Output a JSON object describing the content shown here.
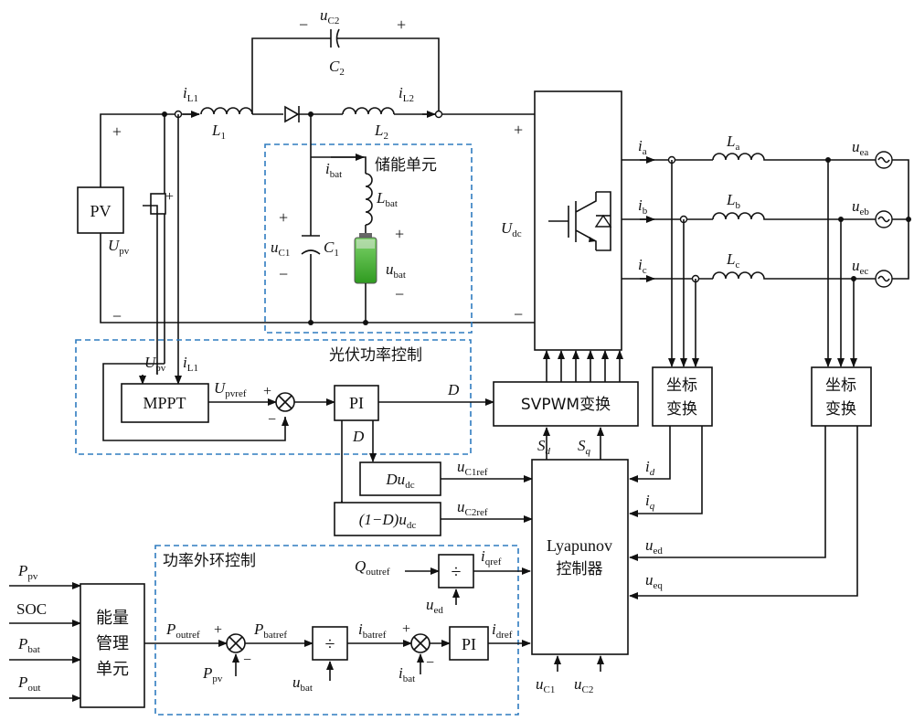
{
  "labels": {
    "u_c2": "u",
    "u_c2_sub": "C2",
    "c2_minus": "−",
    "c2_plus": "+",
    "c2_name": "C",
    "c2_name_sub": "2",
    "i_l1": "i",
    "i_l1_sub": "L1",
    "l1": "L",
    "l1_sub": "1",
    "i_l2": "i",
    "i_l2_sub": "L2",
    "l2": "L",
    "l2_sub": "2",
    "pv_plus": "+",
    "pv_minus": "−",
    "pv": "PV",
    "u_pv": "U",
    "u_pv_sub": "pv",
    "sensor_plus": "+",
    "energy_storage_unit": "储能单元",
    "i_bat": "i",
    "i_bat_sub": "bat",
    "l_bat": "L",
    "l_bat_sub": "bat",
    "c1_plus": "+",
    "c1_minus": "−",
    "u_c1": "u",
    "u_c1_sub": "C1",
    "c1": "C",
    "c1_sub": "1",
    "bat_plus": "+",
    "bat_minus": "−",
    "u_bat": "u",
    "u_bat_sub": "bat",
    "dc_plus": "+",
    "dc_minus": "−",
    "u_dc": "U",
    "u_dc_sub": "dc",
    "ia": "i",
    "ia_sub": "a",
    "ib": "i",
    "ib_sub": "b",
    "ic": "i",
    "ic_sub": "c",
    "la": "L",
    "la_sub": "a",
    "lb": "L",
    "lb_sub": "b",
    "lc": "L",
    "lc_sub": "c",
    "uea": "u",
    "uea_sub": "ea",
    "ueb": "u",
    "ueb_sub": "eb",
    "uec": "u",
    "uec_sub": "ec",
    "pv_power_control": "光伏功率控制",
    "fb_upv": "U",
    "fb_upv_sub": "pv",
    "fb_il1": "i",
    "fb_il1_sub": "L1",
    "mppt": "MPPT",
    "u_pvref": "U",
    "u_pvref_sub": "pvref",
    "sum1_plus": "+",
    "sum1_minus": "−",
    "pi_1": "PI",
    "d_out": "D",
    "svpwm": "SVPWM变换",
    "coord_left": [
      "坐标",
      "变换"
    ],
    "coord_right": [
      "坐标",
      "变换"
    ],
    "d_below": "D",
    "d_udc_box": "Du",
    "d_udc_box_sub": "dc",
    "one_minus_d_box": "(1−D)u",
    "one_minus_d_box_sub": "dc",
    "u_c1ref": "u",
    "u_c1ref_sub": "C1ref",
    "u_c2ref": "u",
    "u_c2ref_sub": "C2ref",
    "s_d": "S",
    "s_d_sub": "d",
    "s_q": "S",
    "s_q_sub": "q",
    "i_d": "i",
    "i_d_sub": "d",
    "i_q": "i",
    "i_q_sub": "q",
    "lyapunov": [
      "Lyapunov",
      "控制器"
    ],
    "u_ed": "u",
    "u_ed_sub": "ed",
    "u_eq": "u",
    "u_eq_sub": "eq",
    "power_outer_loop": "功率外环控制",
    "q_outref": "Q",
    "q_outref_sub": "outref",
    "div_symbol_q": "÷",
    "i_qref": "i",
    "i_qref_sub": "qref",
    "u_ed_in": "u",
    "u_ed_in_sub": "ed",
    "p_pv_in": "P",
    "p_pv_in_sub": "pv",
    "soc_in": "SOC",
    "p_bat_in": "P",
    "p_bat_in_sub": "bat",
    "p_out_in": "P",
    "p_out_in_sub": "out",
    "energy_mgmt": [
      "能量",
      "管理",
      "单元"
    ],
    "p_outref": "P",
    "p_outref_sub": "outref",
    "sum2_plus": "+",
    "sum2_minus": "−",
    "p_pv2": "P",
    "p_pv2_sub": "pv",
    "p_batref": "P",
    "p_batref_sub": "batref",
    "div_symbol_bat": "÷",
    "u_bat2": "u",
    "u_bat2_sub": "bat",
    "i_batref": "i",
    "i_batref_sub": "batref",
    "sum3_plus": "+",
    "sum3_minus": "−",
    "i_bat2": "i",
    "i_bat2_sub": "bat",
    "pi_2": "PI",
    "i_dref": "i",
    "i_dref_sub": "dref",
    "u_c1_in": "u",
    "u_c1_in_sub": "C1",
    "u_c2_in": "u",
    "u_c2_in_sub": "C2"
  },
  "colors": {
    "wire": "#111111",
    "dashed_region": "#2e7bbf",
    "battery_fill": "#3aa52a"
  }
}
